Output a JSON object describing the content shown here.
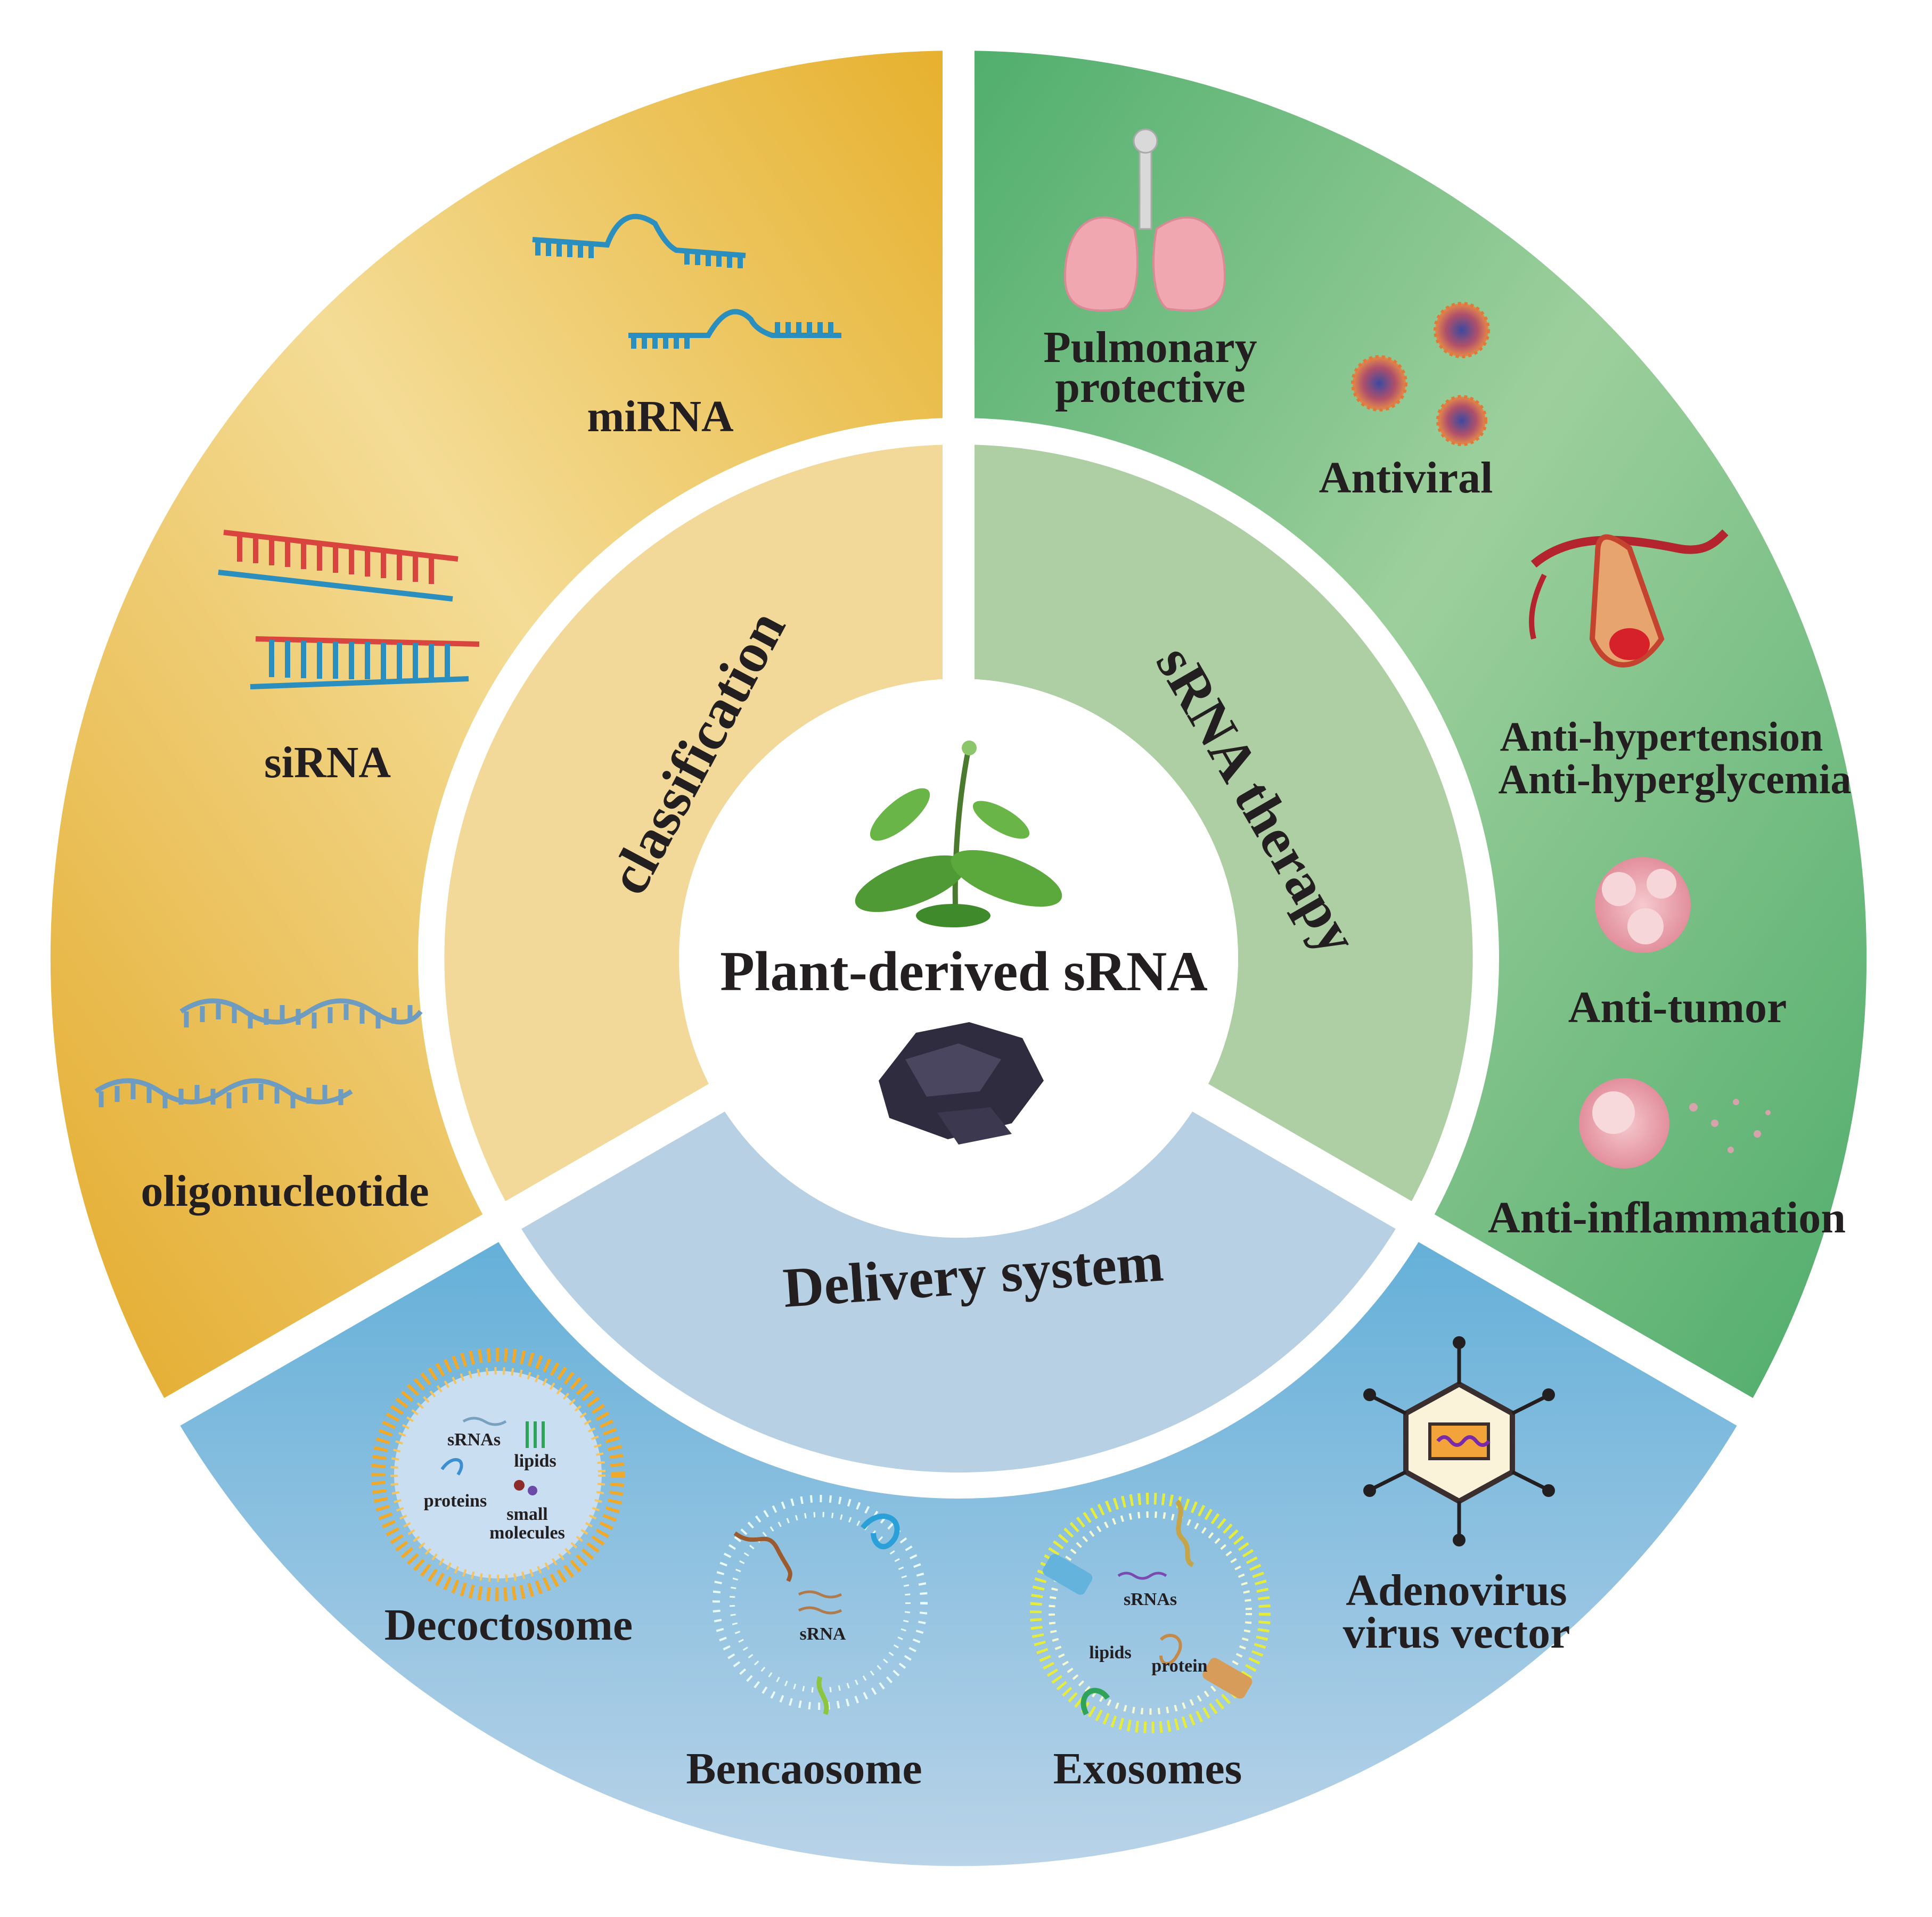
{
  "center": {
    "title": "Plant-derived sRNA",
    "plant_icon": "plant-icon",
    "herb_icon": "dried-herb-icon"
  },
  "inner_labels": {
    "classification": "classification",
    "therapy": "sRNA therapy",
    "delivery": "Delivery system"
  },
  "classification": {
    "mirna": "miRNA",
    "sirna": "siRNA",
    "oligo": "oligonucleotide"
  },
  "therapy": {
    "pulmonary_line1": "Pulmonary",
    "pulmonary_line2": "protective",
    "antiviral": "Antiviral",
    "hypertension": "Anti-hypertension",
    "hyperglycemia": "Anti-hyperglycemia",
    "tumor": "Anti-tumor",
    "inflammation": "Anti-inflammation"
  },
  "delivery": {
    "decoctosome": "Decoctosome",
    "bencaosome": "Bencaosome",
    "exosomes": "Exosomes",
    "adenovirus_line1": "Adenovirus",
    "adenovirus_line2": "virus vector",
    "decocto_srnas": "sRNAs",
    "decocto_lipids": "lipids",
    "decocto_proteins": "proteins",
    "decocto_small1": "small",
    "decocto_small2": "molecules",
    "benca_srna": "sRNA",
    "exo_srnas": "sRNAs",
    "exo_lipids": "lipids",
    "exo_protein": "protein"
  },
  "colors": {
    "classification_outer": "#e8b93c",
    "classification_inner": "#f2d99a",
    "therapy_outer": "#5db67a",
    "therapy_inner": "#aecea3",
    "delivery_outer": "#56a9d3",
    "delivery_inner": "#b8d0e3",
    "rna_blue": "#2a8fbf",
    "rna_red": "#d9443f"
  }
}
